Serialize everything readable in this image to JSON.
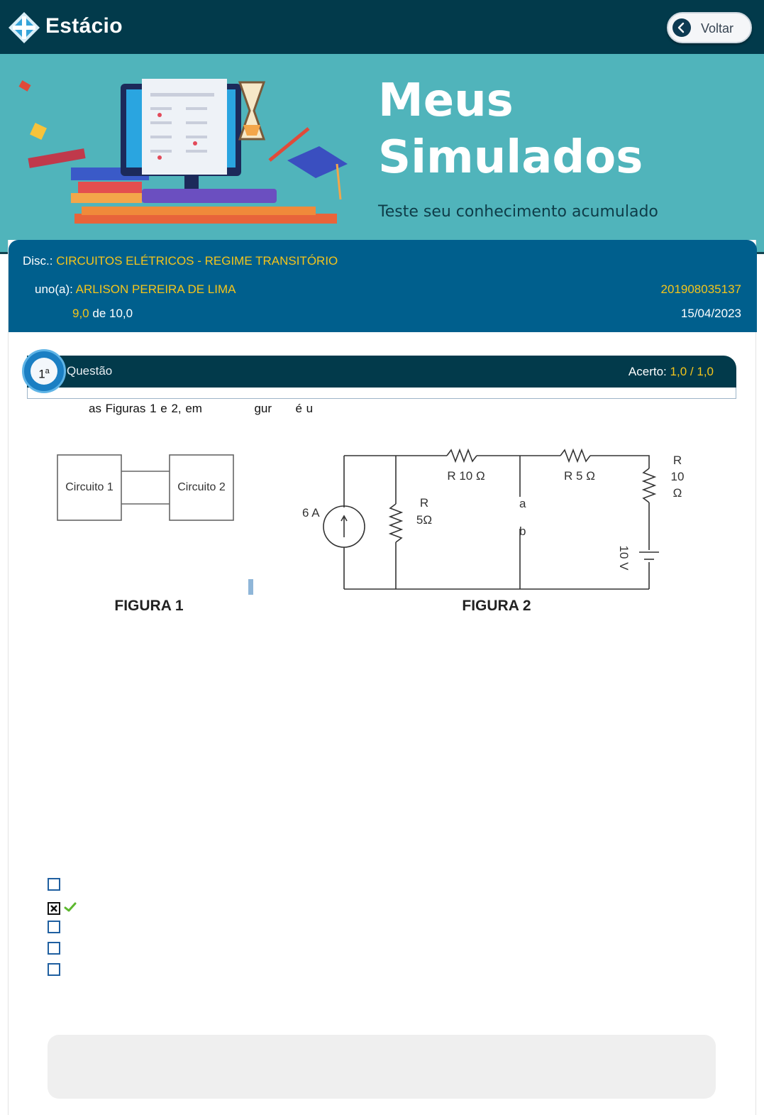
{
  "header": {
    "logo_text": "Estácio",
    "back_label": "Voltar"
  },
  "hero": {
    "title_line1": "Meus",
    "title_line2": "Simulados",
    "subtitle": "Teste seu conhecimento acumulado"
  },
  "info": {
    "disc_label": "Disc.:",
    "disc_value": "CIRCUITOS ELÉTRICOS - REGIME TRANSITÓRIO",
    "student_label": "uno(a):",
    "student_value": "ARLISON PEREIRA DE LIMA",
    "matricula": "201908035137",
    "grade_value": "9,0",
    "grade_rest": "de 10,0",
    "date": "15/04/2023"
  },
  "question": {
    "number": "1",
    "number_sup": "a",
    "label": "Questão",
    "score_label": "Acerto:",
    "score_value": "1,0",
    "score_sep": "/",
    "score_total": "1,0",
    "text_part1": "as Figuras 1 e 2, em",
    "text_part2": "gur",
    "text_part3": "é u"
  },
  "figures": {
    "fig1_caption": "FIGURA 1",
    "fig1_box1": "Circuito 1",
    "fig1_box2": "Circuito 2",
    "fig2_caption": "FIGURA 2",
    "current_source": "6 A",
    "r_left_line1": "R",
    "r_left_line2": "5Ω",
    "r_top1": "R 10 Ω",
    "r_top2": "R 5 Ω",
    "r_right_line1": "R",
    "r_right_line2": "10",
    "r_right_line3": "Ω",
    "node_a": "a",
    "node_b": "b",
    "voltage_source": "10 V"
  },
  "options": [
    {
      "checked": false
    },
    {
      "checked": true,
      "correct": true
    },
    {
      "checked": false
    },
    {
      "checked": false
    },
    {
      "checked": false
    }
  ],
  "colors": {
    "topbar": "#023a4b",
    "hero": "#50b4bb",
    "info_bar": "#005f8d",
    "highlight": "#f4c51b"
  }
}
